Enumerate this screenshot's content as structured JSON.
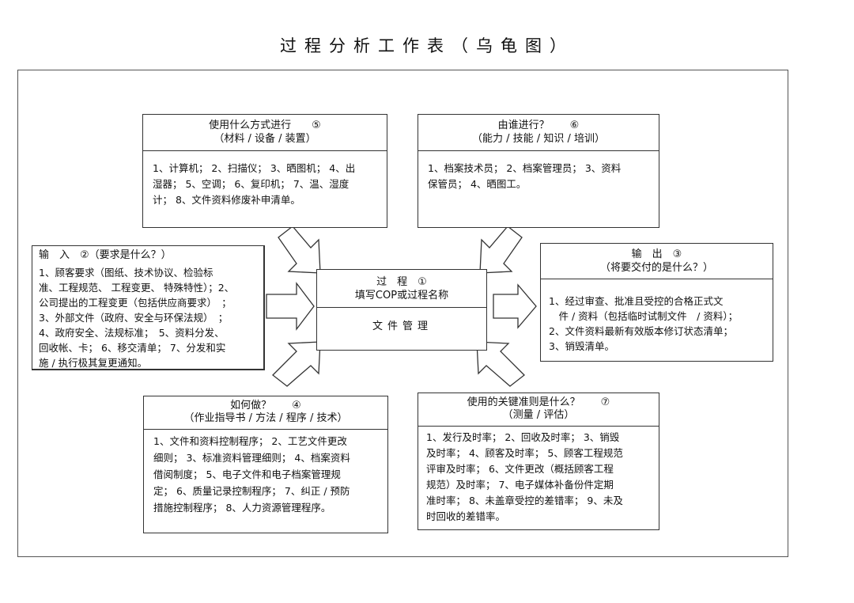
{
  "title": "过程分析工作表（乌龟图）",
  "boxes": {
    "how_method": {
      "head1": "使用什么方式进行　　⑤",
      "head2": "（材料 / 设备 / 装置）",
      "lines": [
        "1、计算机；  2、扫描仪；  3、晒图机；  4、出",
        "湿器；  5、空调；  6、复印机；  7、温、湿度",
        "计；  8、文件资料修废补申清单。"
      ]
    },
    "who": {
      "head1": "由谁进行？　　⑥",
      "head2": "（能力 / 技能 / 知识 / 培训）",
      "lines": [
        "1、档案技术员；  2、档案管理员；  3、资料",
        "保管员；  4、晒图工。"
      ]
    },
    "input": {
      "head1": "输　入　②（要求是什么？）",
      "lines": [
        "1、顾客要求（图纸、技术协议、检验标",
        "准、工程规范、 工程变更、 特殊特性）；2、",
        "公司提出的工程变更（包括供应商要求）　；",
        "3、外部文件（政府、安全与环保法规）　；",
        "4、政府安全、法规标准；　5、资料分发、",
        "回收帐、卡；  6、移交清单；  7、分发和实",
        "施 / 执行极其复更通知。"
      ]
    },
    "process": {
      "head1": "过　程　①",
      "head2": "填写COP或过程名称",
      "body": "文件管理"
    },
    "output": {
      "head1": "输　出　③",
      "head2": "（将要交付的是什么？）",
      "lines": [
        "1、经过审查、批准且受控的合格正式文",
        "　件 / 资料（包括临时试制文件　/ 资料）；",
        "2、文件资料最新有效版本修订状态清单；",
        "3、销毁清单。"
      ]
    },
    "how_do": {
      "head1": "如何做？　　④",
      "head2": "（作业指导书 / 方法 / 程序 / 技术）",
      "lines": [
        "1、文件和资料控制程序；  2、工艺文件更改",
        "细则；  3、标准资料管理细则；  4、档案资料",
        "借阅制度；  5、电子文件和电子档案管理规",
        "定；  6、质量记录控制程序；  7、纠正 / 预防",
        "措施控制程序；  8、人力资源管理程序。"
      ]
    },
    "criteria": {
      "head1": "使用的关键准则是什么？　　⑦",
      "head2": "（测量 / 评估）",
      "lines": [
        "1、发行及时率；  2、回收及时率；  3、销毁",
        "及时率；  4、顾客及时率；  5、顾客工程规范",
        "评审及时率；  6、文件更改（概括顾客工程",
        "规范）及时率；  7、电子媒体补备份件定期",
        "准时率；  8、未盖章受控的差错率；  9、未及",
        "时回收的差错率。"
      ]
    }
  }
}
